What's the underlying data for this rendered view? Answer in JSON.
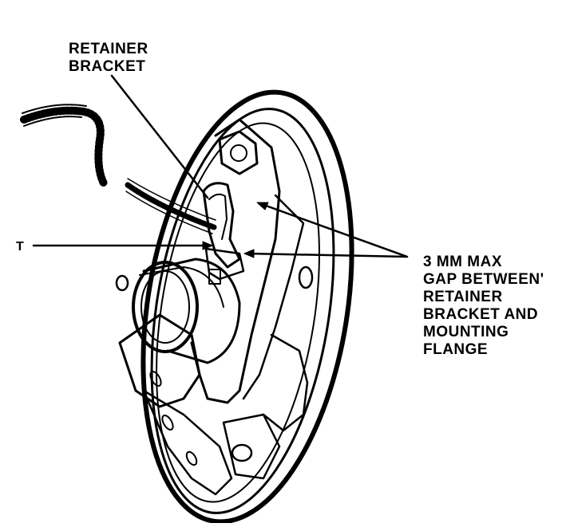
{
  "labels": {
    "retainer_bracket": [
      "RETAINER",
      "BRACKET"
    ],
    "gap_note": [
      "3 MM MAX",
      "GAP BETWEEN'",
      "RETAINER",
      "BRACKET AND",
      "MOUNTING",
      "FLANGE"
    ],
    "left_mark": "T"
  },
  "colors": {
    "ink": "#000000",
    "paper": "#ffffff"
  }
}
